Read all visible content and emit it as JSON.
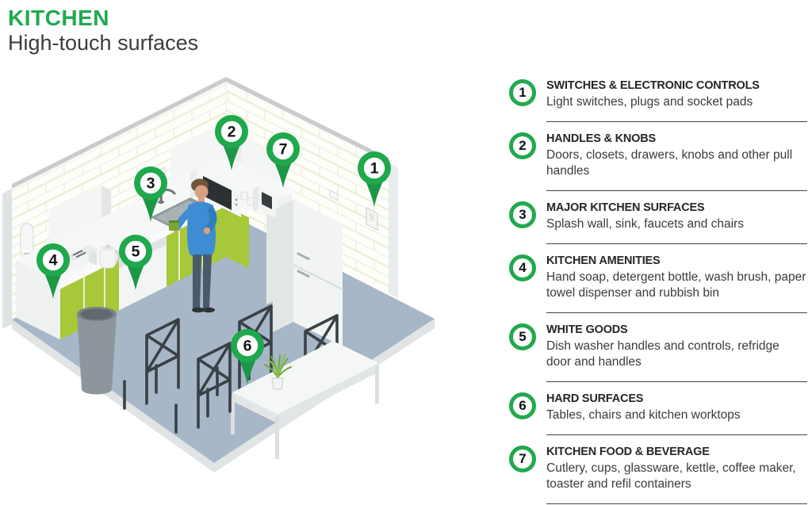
{
  "header": {
    "title": "KITCHEN",
    "subtitle": "High-touch surfaces"
  },
  "legend": {
    "items": [
      {
        "number": "1",
        "title": "SWITCHES & ELECTRONIC CONTROLS",
        "description": "Light switches, plugs and socket pads"
      },
      {
        "number": "2",
        "title": "HANDLES & KNOBS",
        "description": "Doors, closets, drawers, knobs and other pull handles"
      },
      {
        "number": "3",
        "title": "MAJOR KITCHEN SURFACES",
        "description": "Splash wall, sink, faucets and chairs"
      },
      {
        "number": "4",
        "title": "KITCHEN AMENITIES",
        "description": "Hand soap, detergent bottle, wash brush, paper towel dispenser and rubbish bin"
      },
      {
        "number": "5",
        "title": "WHITE GOODS",
        "description": "Dish washer handles and controls, refridge door and handles"
      },
      {
        "number": "6",
        "title": "HARD SURFACES",
        "description": "Tables, chairs and kitchen worktops"
      },
      {
        "number": "7",
        "title": "KITCHEN FOOD & BEVERAGE",
        "description": "Cutlery, cups, glassware, kettle, coffee maker, toaster and refil containers"
      }
    ]
  },
  "illustration": {
    "pins": [
      {
        "number": "1"
      },
      {
        "number": "2"
      },
      {
        "number": "3"
      },
      {
        "number": "4"
      },
      {
        "number": "5"
      },
      {
        "number": "6"
      },
      {
        "number": "7"
      }
    ]
  },
  "colors": {
    "accent_green": "#21A94E",
    "pin_green": "#1FA84D",
    "cabinet_green": "#A6C839",
    "floor_blue": "#A7B7C8",
    "wall_white": "#FDFDFA",
    "chair_dark": "#3A4045",
    "person_blue": "#3E8DD4"
  }
}
